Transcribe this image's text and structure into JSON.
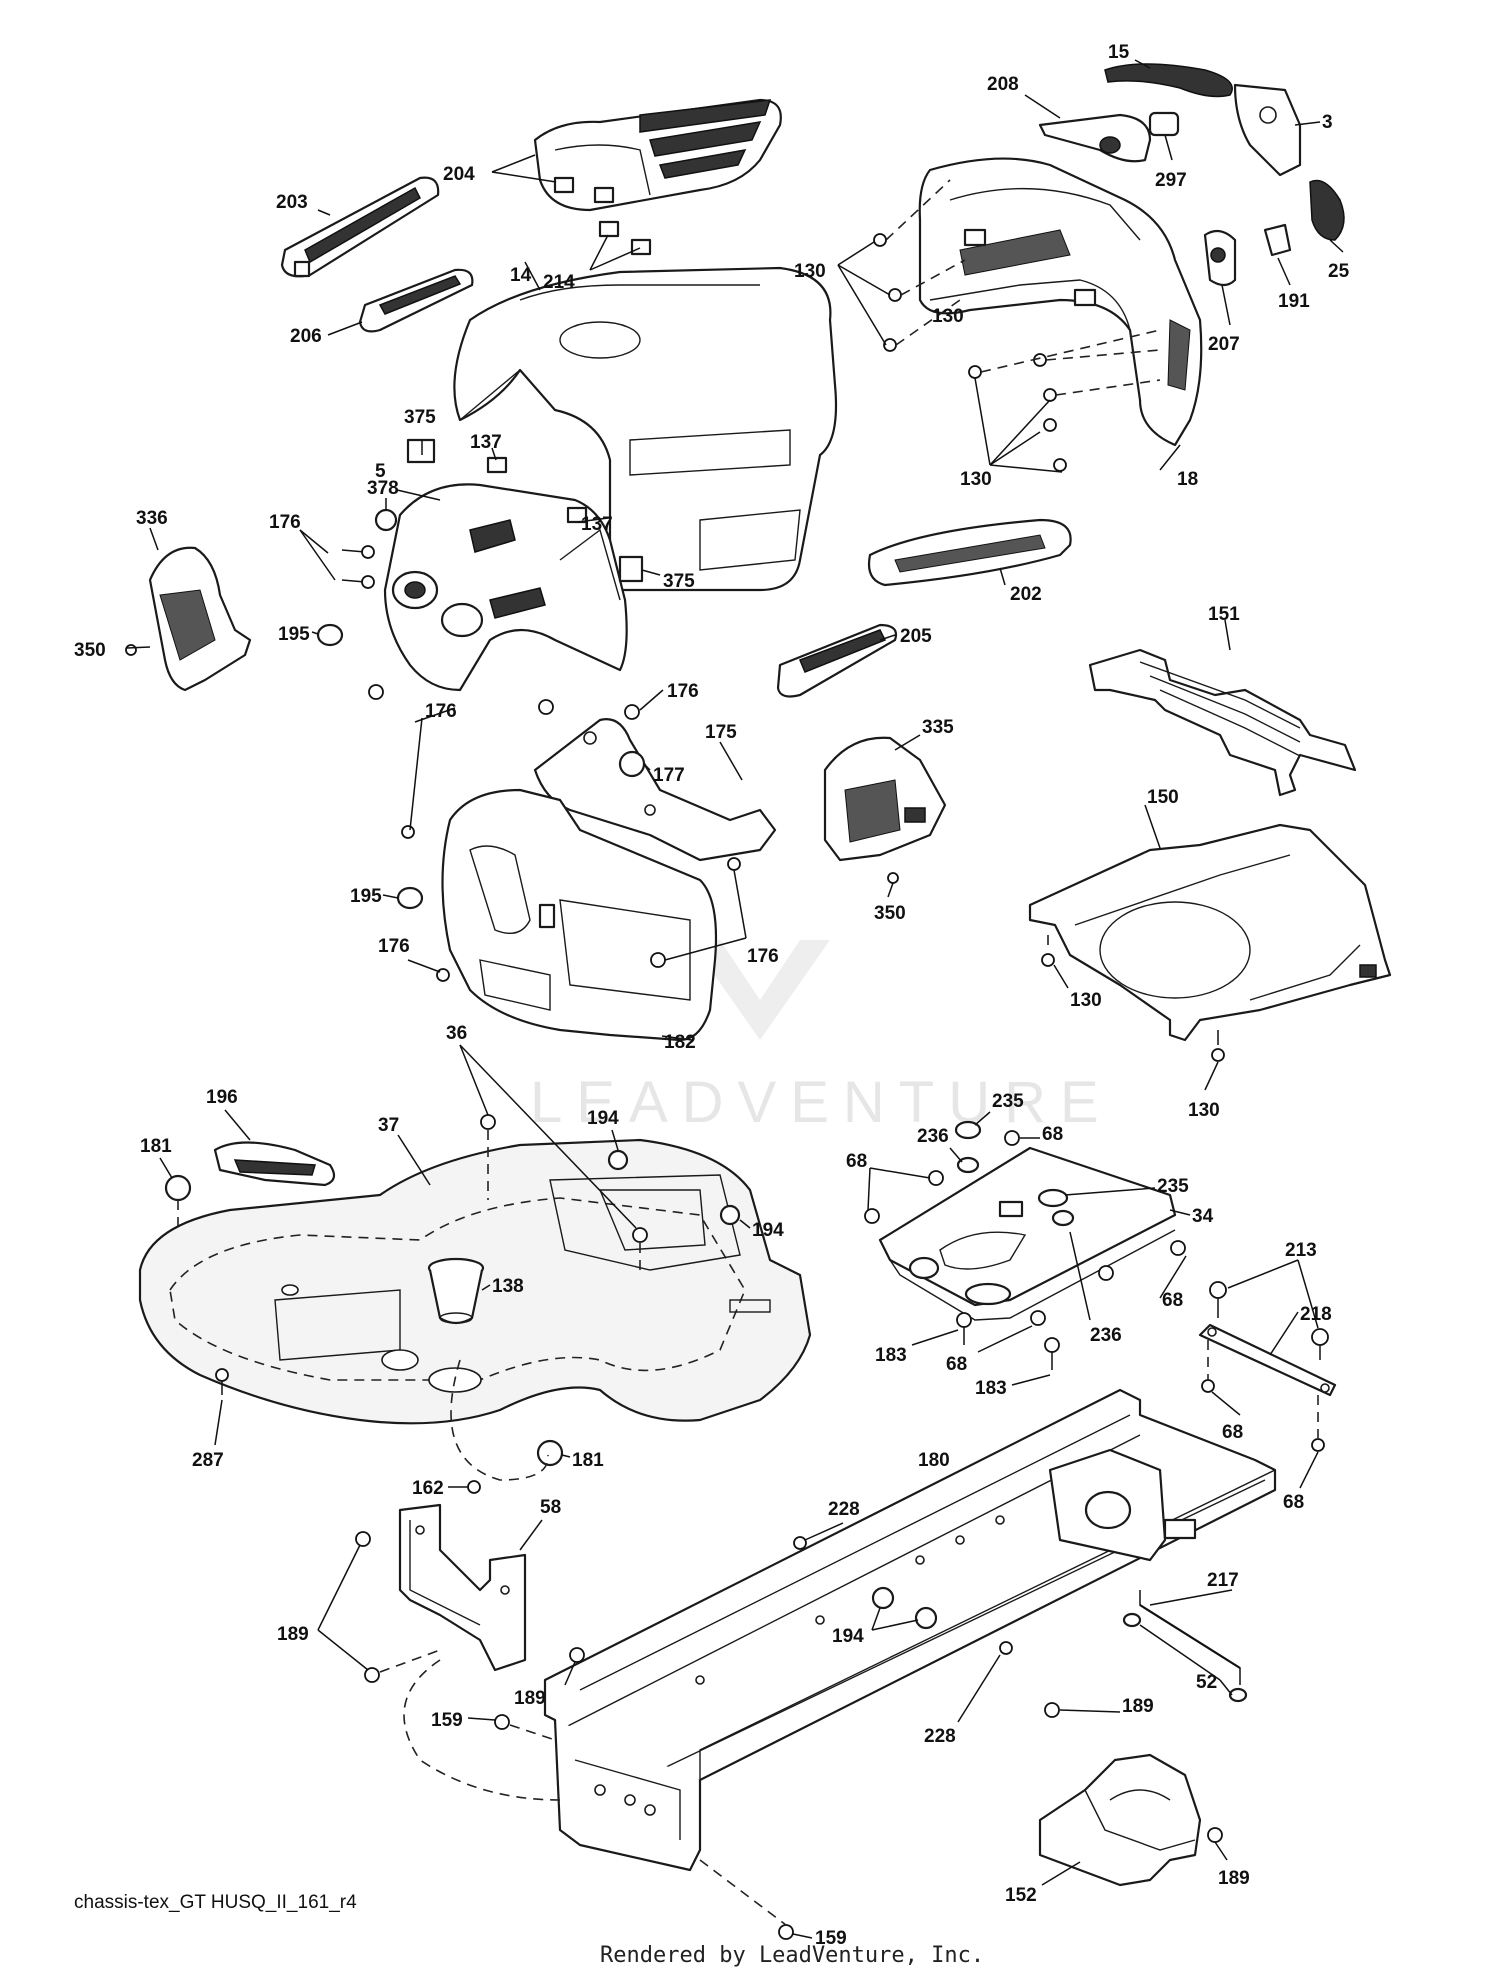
{
  "diagram": {
    "code": "chassis-tex_GT HUSQ_II_161_r4",
    "rendered_by": "Rendered by LeadVenture, Inc.",
    "watermark": "LEADVENTURE"
  },
  "callouts": [
    {
      "id": "c-15",
      "text": "15"
    },
    {
      "id": "c-208",
      "text": "208"
    },
    {
      "id": "c-3",
      "text": "3"
    },
    {
      "id": "c-297",
      "text": "297"
    },
    {
      "id": "c-204",
      "text": "204"
    },
    {
      "id": "c-203",
      "text": "203"
    },
    {
      "id": "c-25",
      "text": "25"
    },
    {
      "id": "c-191",
      "text": "191"
    },
    {
      "id": "c-130a",
      "text": "130"
    },
    {
      "id": "c-214",
      "text": "214"
    },
    {
      "id": "c-14",
      "text": "14"
    },
    {
      "id": "c-207",
      "text": "207"
    },
    {
      "id": "c-206",
      "text": "206"
    },
    {
      "id": "c-130b",
      "text": "130"
    },
    {
      "id": "c-130c",
      "text": "130"
    },
    {
      "id": "c-18",
      "text": "18"
    },
    {
      "id": "c-375a",
      "text": "375"
    },
    {
      "id": "c-137a",
      "text": "137"
    },
    {
      "id": "c-5",
      "text": "5"
    },
    {
      "id": "c-378",
      "text": "378"
    },
    {
      "id": "c-137b",
      "text": "137"
    },
    {
      "id": "c-336",
      "text": "336"
    },
    {
      "id": "c-176a",
      "text": "176"
    },
    {
      "id": "c-375b",
      "text": "375"
    },
    {
      "id": "c-202",
      "text": "202"
    },
    {
      "id": "c-151",
      "text": "151"
    },
    {
      "id": "c-195a",
      "text": "195"
    },
    {
      "id": "c-205",
      "text": "205"
    },
    {
      "id": "c-350a",
      "text": "350"
    },
    {
      "id": "c-176b",
      "text": "176"
    },
    {
      "id": "c-176c",
      "text": "176"
    },
    {
      "id": "c-175",
      "text": "175"
    },
    {
      "id": "c-335",
      "text": "335"
    },
    {
      "id": "c-177",
      "text": "177"
    },
    {
      "id": "c-150",
      "text": "150"
    },
    {
      "id": "c-195b",
      "text": "195"
    },
    {
      "id": "c-176d",
      "text": "176"
    },
    {
      "id": "c-350b",
      "text": "350"
    },
    {
      "id": "c-176e",
      "text": "176"
    },
    {
      "id": "c-130d",
      "text": "130"
    },
    {
      "id": "c-182",
      "text": "182"
    },
    {
      "id": "c-36",
      "text": "36"
    },
    {
      "id": "c-130e",
      "text": "130"
    },
    {
      "id": "c-196",
      "text": "196"
    },
    {
      "id": "c-235a",
      "text": "235"
    },
    {
      "id": "c-194a",
      "text": "194"
    },
    {
      "id": "c-37",
      "text": "37"
    },
    {
      "id": "c-236a",
      "text": "236"
    },
    {
      "id": "c-68a",
      "text": "68"
    },
    {
      "id": "c-181a",
      "text": "181"
    },
    {
      "id": "c-68b",
      "text": "68"
    },
    {
      "id": "c-235b",
      "text": "235"
    },
    {
      "id": "c-194b",
      "text": "194"
    },
    {
      "id": "c-34",
      "text": "34"
    },
    {
      "id": "c-213",
      "text": "213"
    },
    {
      "id": "c-138",
      "text": "138"
    },
    {
      "id": "c-218",
      "text": "218"
    },
    {
      "id": "c-68c",
      "text": "68"
    },
    {
      "id": "c-236b",
      "text": "236"
    },
    {
      "id": "c-183a",
      "text": "183"
    },
    {
      "id": "c-68d",
      "text": "68"
    },
    {
      "id": "c-183b",
      "text": "183"
    },
    {
      "id": "c-68e",
      "text": "68"
    },
    {
      "id": "c-287",
      "text": "287"
    },
    {
      "id": "c-181b",
      "text": "181"
    },
    {
      "id": "c-180",
      "text": "180"
    },
    {
      "id": "c-68f",
      "text": "68"
    },
    {
      "id": "c-162",
      "text": "162"
    },
    {
      "id": "c-228a",
      "text": "228"
    },
    {
      "id": "c-58",
      "text": "58"
    },
    {
      "id": "c-217",
      "text": "217"
    },
    {
      "id": "c-189a",
      "text": "189"
    },
    {
      "id": "c-194c",
      "text": "194"
    },
    {
      "id": "c-52",
      "text": "52"
    },
    {
      "id": "c-189b",
      "text": "189"
    },
    {
      "id": "c-159a",
      "text": "159"
    },
    {
      "id": "c-228b",
      "text": "228"
    },
    {
      "id": "c-189c",
      "text": "189"
    },
    {
      "id": "c-189d",
      "text": "189"
    },
    {
      "id": "c-152",
      "text": "152"
    },
    {
      "id": "c-159b",
      "text": "159"
    }
  ]
}
